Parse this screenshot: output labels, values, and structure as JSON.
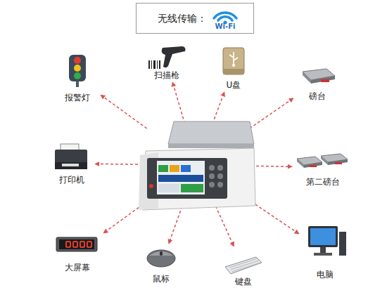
{
  "diagram": {
    "nodes": [
      {
        "text": [
          "无线传输：",
          "Wi-Fi"
        ]
      },
      {
        "text": [
          "报警灯"
        ]
      },
      {
        "text": [
          "扫描枪"
        ]
      },
      {
        "text": [
          "U盘"
        ]
      },
      {
        "text": [
          "磅台"
        ]
      },
      {
        "text": []
      },
      {
        "text": [
          "打印机"
        ]
      },
      {
        "text": [
          "第二磅台"
        ]
      },
      {
        "text": [
          "大屏幕"
        ]
      },
      {
        "text": [
          "鼠标"
        ]
      },
      {
        "text": [
          "键盘"
        ]
      },
      {
        "text": [
          "电脑"
        ]
      }
    ],
    "edges": [
      {
        "from": 5,
        "to": 1,
        "arrow": "to"
      },
      {
        "from": 5,
        "to": 2,
        "arrow": "to"
      },
      {
        "from": 5,
        "to": 3,
        "arrow": "to"
      },
      {
        "from": 5,
        "to": 4,
        "arrow": "to"
      },
      {
        "from": 5,
        "to": 6,
        "arrow": "to"
      },
      {
        "from": 5,
        "to": 7,
        "arrow": "to"
      },
      {
        "from": 5,
        "to": 8,
        "arrow": "to"
      },
      {
        "from": 5,
        "to": 9,
        "arrow": "to"
      },
      {
        "from": 5,
        "to": 10,
        "arrow": "to"
      },
      {
        "from": 5,
        "to": 11,
        "arrow": "to"
      }
    ]
  }
}
